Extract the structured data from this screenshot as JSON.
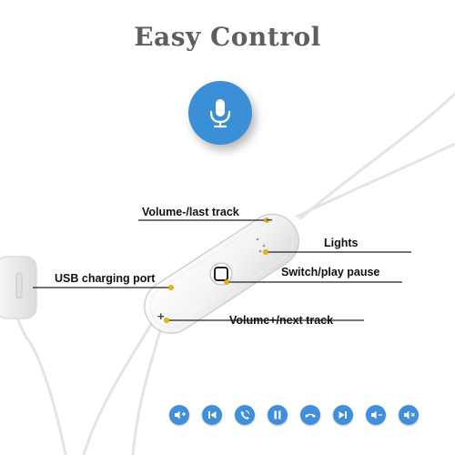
{
  "title": "Easy Control",
  "microphone_icon": "microphone-icon",
  "callouts": {
    "volume_down": "Volume-/last track",
    "lights": "Lights",
    "usb_port": "USB charging port",
    "switch": "Switch/play pause",
    "volume_up": "Volume+/next track"
  },
  "remote_marks": {
    "minus": "−",
    "plus": "+"
  },
  "function_icons": [
    "volume-up-icon",
    "previous-track-icon",
    "answer-call-icon",
    "pause-icon",
    "hang-up-icon",
    "next-track-icon",
    "volume-down-icon",
    "mute-icon"
  ],
  "colors": {
    "accent_blue": "#3a8fd6",
    "title_gray": "#5e5e5e",
    "callout_line": "#222222",
    "cable": "#e6e6e6"
  }
}
